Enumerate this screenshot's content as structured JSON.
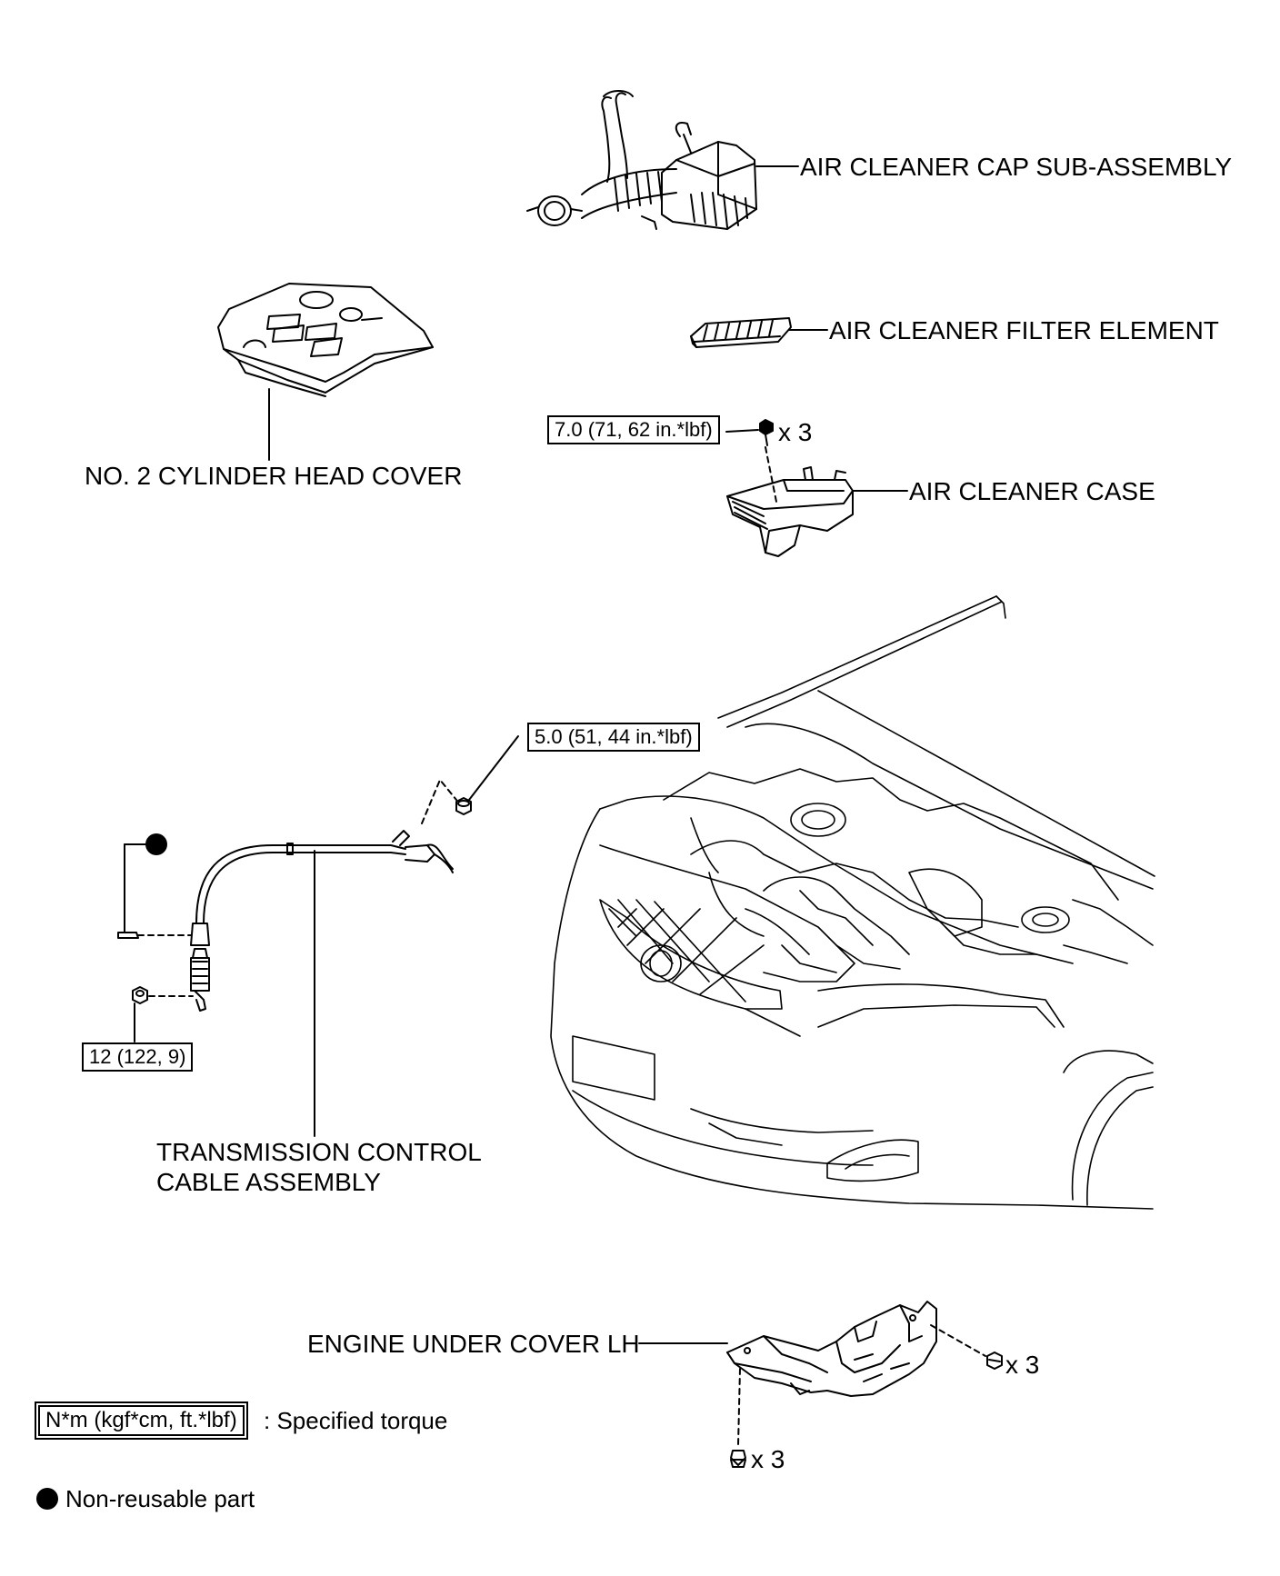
{
  "labels": {
    "air_cleaner_cap": "AIR CLEANER CAP SUB-ASSEMBLY",
    "air_cleaner_filter": "AIR CLEANER FILTER ELEMENT",
    "air_cleaner_case": "AIR CLEANER CASE",
    "cylinder_head_cover": "NO. 2 CYLINDER HEAD COVER",
    "transmission_cable_line1": "TRANSMISSION CONTROL",
    "transmission_cable_line2": "CABLE ASSEMBLY",
    "engine_under_cover": "ENGINE UNDER COVER LH"
  },
  "torque": {
    "case_bolt": "7.0 (71, 62 in.*lbf)",
    "cable_nut_top": "5.0 (51, 44 in.*lbf)",
    "cable_nut_bottom": "12 (122, 9)"
  },
  "quantities": {
    "case_bolts": "x 3",
    "under_cover_bolts": "x 3",
    "under_cover_clips": "x 3"
  },
  "legend": {
    "torque_unit": "N*m (kgf*cm, ft.*lbf)",
    "torque_desc": ": Specified torque",
    "non_reusable": "Non-reusable part"
  }
}
